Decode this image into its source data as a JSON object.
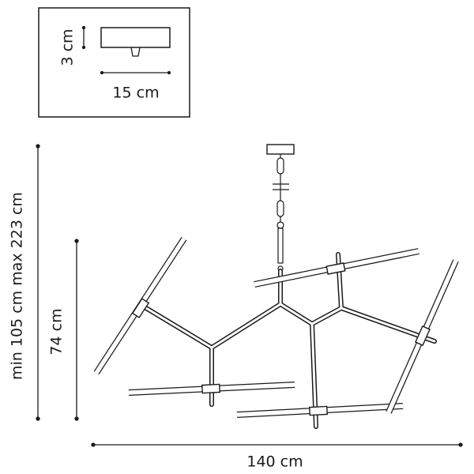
{
  "inset": {
    "height_label": "3 cm",
    "width_label": "15 cm"
  },
  "dimensions": {
    "total_height_label": "min 105 cm max 223 cm",
    "body_height_label": "74 cm",
    "width_label": "140 cm"
  },
  "colors": {
    "line": "#1a1a1a",
    "background": "#ffffff"
  }
}
